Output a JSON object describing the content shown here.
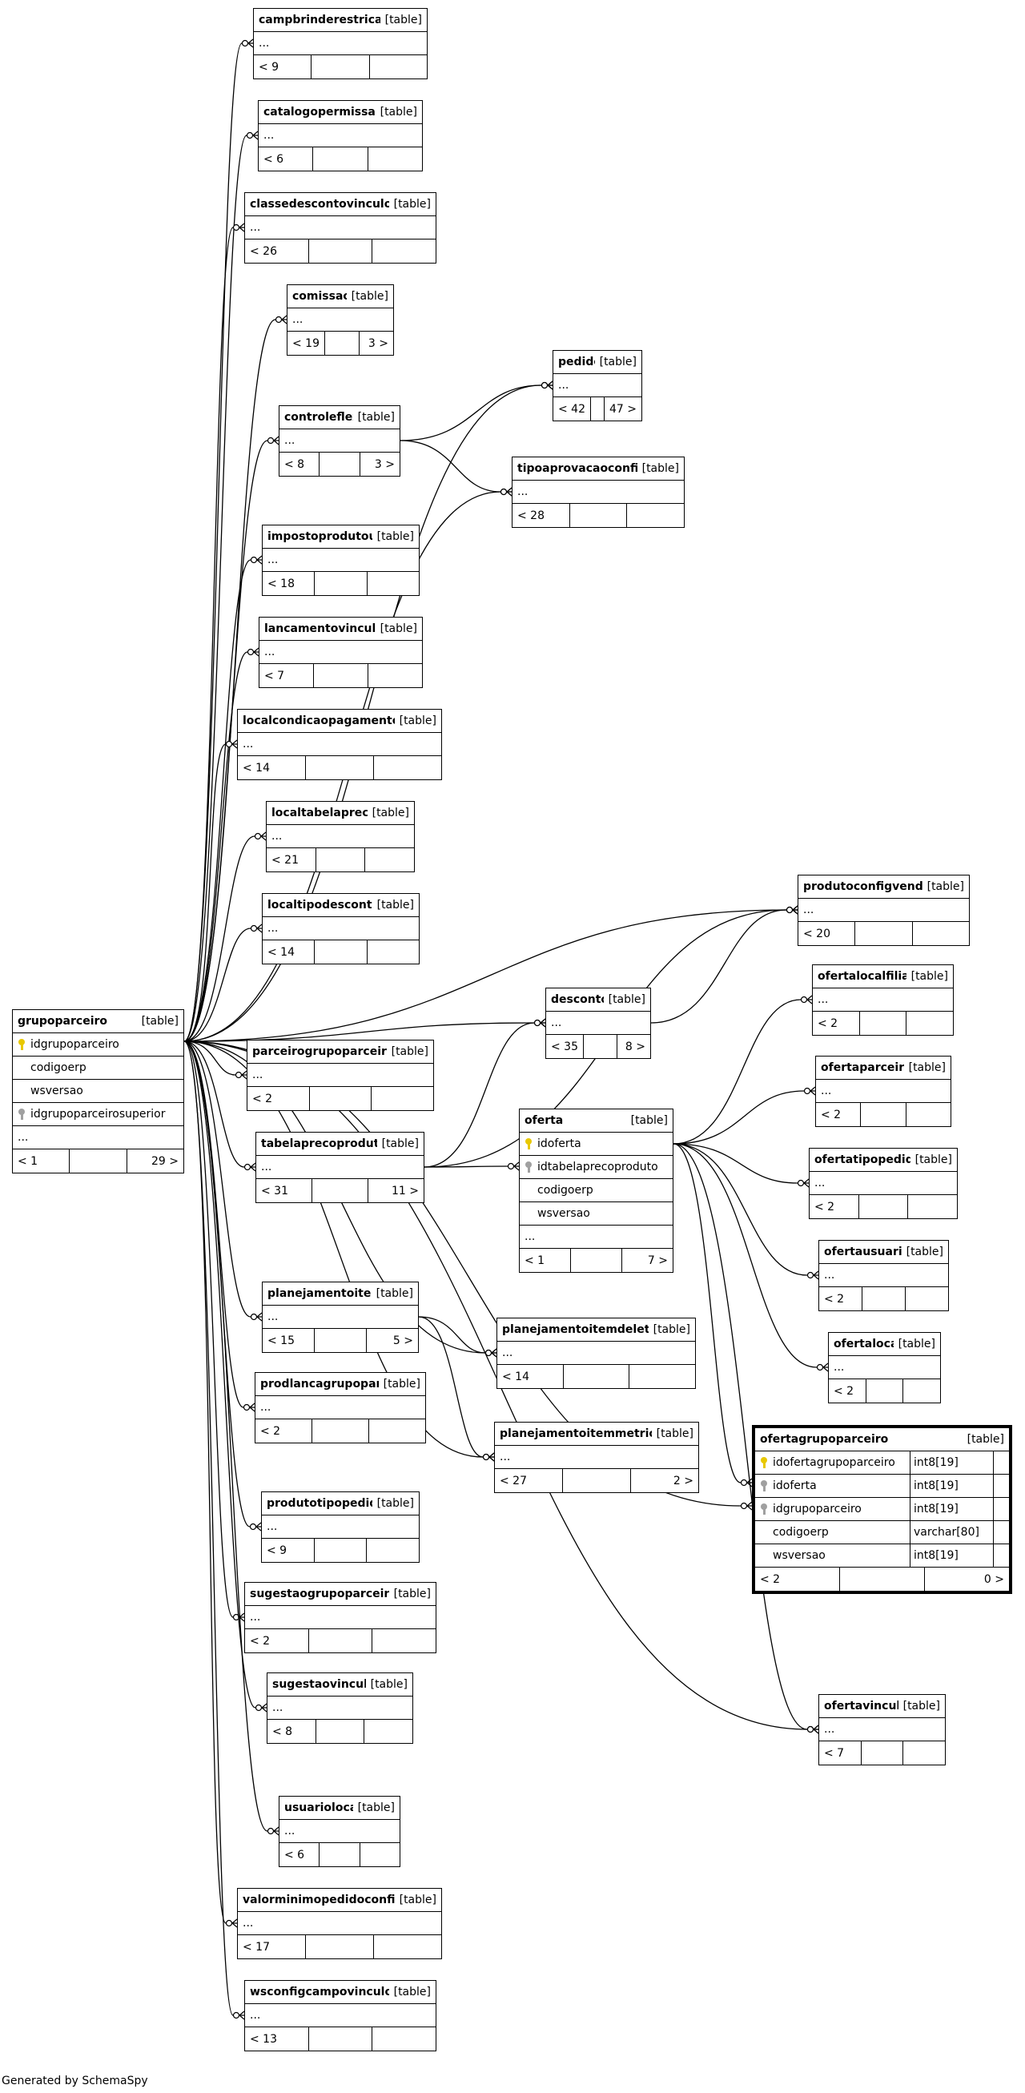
{
  "table_tag": "[table]",
  "footer": "Generated by SchemaSpy",
  "tables": {
    "campbrinderestricao": {
      "name": "campbrinderestricao",
      "parents": "< 9",
      "children": ""
    },
    "catalogopermissao": {
      "name": "catalogopermissao",
      "parents": "< 6",
      "children": ""
    },
    "classedescontovinculo": {
      "name": "classedescontovinculo",
      "parents": "< 26",
      "children": ""
    },
    "comissao": {
      "name": "comissao",
      "parents": "< 19",
      "children": "3 >"
    },
    "pedido": {
      "name": "pedido",
      "parents": "< 42",
      "children": "47 >"
    },
    "controleflex": {
      "name": "controleflex",
      "parents": "< 8",
      "children": "3 >"
    },
    "tipoaprovacaoconfig": {
      "name": "tipoaprovacaoconfig",
      "parents": "< 28",
      "children": ""
    },
    "impostoprodutouf": {
      "name": "impostoprodutouf",
      "parents": "< 18",
      "children": ""
    },
    "lancamentovinculo": {
      "name": "lancamentovinculo",
      "parents": "< 7",
      "children": ""
    },
    "localcondicaopagamento": {
      "name": "localcondicaopagamento",
      "parents": "< 14",
      "children": ""
    },
    "localtabelapreco": {
      "name": "localtabelapreco",
      "parents": "< 21",
      "children": ""
    },
    "localtipodesconto": {
      "name": "localtipodesconto",
      "parents": "< 14",
      "children": ""
    },
    "produtoconfigvenda": {
      "name": "produtoconfigvenda",
      "parents": "< 20",
      "children": ""
    },
    "ofertalocalfilial": {
      "name": "ofertalocalfilial",
      "parents": "< 2",
      "children": ""
    },
    "grupoparceiro": {
      "name": "grupoparceiro",
      "parents": "< 1",
      "children": "29 >",
      "columns": [
        {
          "name": "idgrupoparceiro",
          "key": "pk"
        },
        {
          "name": "codigoerp",
          "key": ""
        },
        {
          "name": "wsversao",
          "key": ""
        },
        {
          "name": "idgrupoparceirosuperior",
          "key": "fk"
        }
      ]
    },
    "desconto": {
      "name": "desconto",
      "parents": "< 35",
      "children": "8 >"
    },
    "ofertaparceiro": {
      "name": "ofertaparceiro",
      "parents": "< 2",
      "children": ""
    },
    "parceirogrupoparceiro": {
      "name": "parceirogrupoparceiro",
      "parents": "< 2",
      "children": ""
    },
    "oferta": {
      "name": "oferta",
      "parents": "< 1",
      "children": "7 >",
      "columns": [
        {
          "name": "idoferta",
          "key": "pk"
        },
        {
          "name": "idtabelaprecoproduto",
          "key": "fk"
        },
        {
          "name": "codigoerp",
          "key": ""
        },
        {
          "name": "wsversao",
          "key": ""
        }
      ]
    },
    "tabelaprecoproduto": {
      "name": "tabelaprecoproduto",
      "parents": "< 31",
      "children": "11 >"
    },
    "ofertatipopedido": {
      "name": "ofertatipopedido",
      "parents": "< 2",
      "children": ""
    },
    "ofertausuario": {
      "name": "ofertausuario",
      "parents": "< 2",
      "children": ""
    },
    "planejamentoitem": {
      "name": "planejamentoitem",
      "parents": "< 15",
      "children": "5 >"
    },
    "planejamentoitemdelete": {
      "name": "planejamentoitemdelete",
      "parents": "< 14",
      "children": ""
    },
    "ofertalocal": {
      "name": "ofertalocal",
      "parents": "< 2",
      "children": ""
    },
    "prodlancagrupoparc": {
      "name": "prodlancagrupoparc",
      "parents": "< 2",
      "children": ""
    },
    "planejamentoitemmetrica": {
      "name": "planejamentoitemmetrica",
      "parents": "< 27",
      "children": "2 >"
    },
    "ofertagrupoparceiro": {
      "name": "ofertagrupoparceiro",
      "parents": "< 2",
      "children": "0 >",
      "columns": [
        {
          "name": "idofertagrupoparceiro",
          "key": "pk",
          "type": "int8[19]"
        },
        {
          "name": "idoferta",
          "key": "fk",
          "type": "int8[19]"
        },
        {
          "name": "idgrupoparceiro",
          "key": "fk",
          "type": "int8[19]"
        },
        {
          "name": "codigoerp",
          "key": "",
          "type": "varchar[80]"
        },
        {
          "name": "wsversao",
          "key": "",
          "type": "int8[19]"
        }
      ]
    },
    "produtotipopedido": {
      "name": "produtotipopedido",
      "parents": "< 9",
      "children": ""
    },
    "sugestaogrupoparceiro": {
      "name": "sugestaogrupoparceiro",
      "parents": "< 2",
      "children": ""
    },
    "sugestaovinculo": {
      "name": "sugestaovinculo",
      "parents": "< 8",
      "children": ""
    },
    "ofertavinculo": {
      "name": "ofertavinculo",
      "parents": "< 7",
      "children": ""
    },
    "usuariolocal": {
      "name": "usuariolocal",
      "parents": "< 6",
      "children": ""
    },
    "valorminimopedidoconfig": {
      "name": "valorminimopedidoconfig",
      "parents": "< 17",
      "children": ""
    },
    "wsconfigcampovinculo": {
      "name": "wsconfigcampovinculo",
      "parents": "< 13",
      "children": ""
    }
  },
  "relationships": [
    {
      "from": "grupoparceiro",
      "to": "campbrinderestricao"
    },
    {
      "from": "grupoparceiro",
      "to": "catalogopermissao"
    },
    {
      "from": "grupoparceiro",
      "to": "classedescontovinculo"
    },
    {
      "from": "grupoparceiro",
      "to": "comissao"
    },
    {
      "from": "grupoparceiro",
      "to": "pedido"
    },
    {
      "from": "grupoparceiro",
      "to": "controleflex"
    },
    {
      "from": "grupoparceiro",
      "to": "tipoaprovacaoconfig"
    },
    {
      "from": "grupoparceiro",
      "to": "impostoprodutouf"
    },
    {
      "from": "grupoparceiro",
      "to": "lancamentovinculo"
    },
    {
      "from": "grupoparceiro",
      "to": "localcondicaopagamento"
    },
    {
      "from": "grupoparceiro",
      "to": "localtabelapreco"
    },
    {
      "from": "grupoparceiro",
      "to": "localtipodesconto"
    },
    {
      "from": "grupoparceiro",
      "to": "produtoconfigvenda"
    },
    {
      "from": "grupoparceiro",
      "to": "desconto"
    },
    {
      "from": "grupoparceiro",
      "to": "parceirogrupoparceiro"
    },
    {
      "from": "grupoparceiro",
      "to": "tabelaprecoproduto"
    },
    {
      "from": "grupoparceiro",
      "to": "planejamentoitem"
    },
    {
      "from": "grupoparceiro",
      "to": "planejamentoitemdelete"
    },
    {
      "from": "grupoparceiro",
      "to": "prodlancagrupoparc"
    },
    {
      "from": "grupoparceiro",
      "to": "planejamentoitemmetrica"
    },
    {
      "from": "grupoparceiro",
      "to": "ofertagrupoparceiro"
    },
    {
      "from": "grupoparceiro",
      "to": "produtotipopedido"
    },
    {
      "from": "grupoparceiro",
      "to": "sugestaogrupoparceiro"
    },
    {
      "from": "grupoparceiro",
      "to": "sugestaovinculo"
    },
    {
      "from": "grupoparceiro",
      "to": "ofertavinculo"
    },
    {
      "from": "grupoparceiro",
      "to": "usuariolocal"
    },
    {
      "from": "grupoparceiro",
      "to": "valorminimopedidoconfig"
    },
    {
      "from": "grupoparceiro",
      "to": "wsconfigcampovinculo"
    },
    {
      "from": "controleflex",
      "to": "pedido"
    },
    {
      "from": "controleflex",
      "to": "tipoaprovacaoconfig"
    },
    {
      "from": "desconto",
      "to": "produtoconfigvenda"
    },
    {
      "from": "tabelaprecoproduto",
      "to": "oferta"
    },
    {
      "from": "tabelaprecoproduto",
      "to": "desconto"
    },
    {
      "from": "tabelaprecoproduto",
      "to": "produtoconfigvenda"
    },
    {
      "from": "oferta",
      "to": "ofertalocalfilial"
    },
    {
      "from": "oferta",
      "to": "ofertaparceiro"
    },
    {
      "from": "oferta",
      "to": "ofertatipopedido"
    },
    {
      "from": "oferta",
      "to": "ofertausuario"
    },
    {
      "from": "oferta",
      "to": "ofertalocal"
    },
    {
      "from": "oferta",
      "to": "ofertagrupoparceiro"
    },
    {
      "from": "oferta",
      "to": "ofertavinculo"
    },
    {
      "from": "planejamentoitem",
      "to": "planejamentoitemdelete"
    },
    {
      "from": "planejamentoitem",
      "to": "planejamentoitemmetrica"
    }
  ]
}
